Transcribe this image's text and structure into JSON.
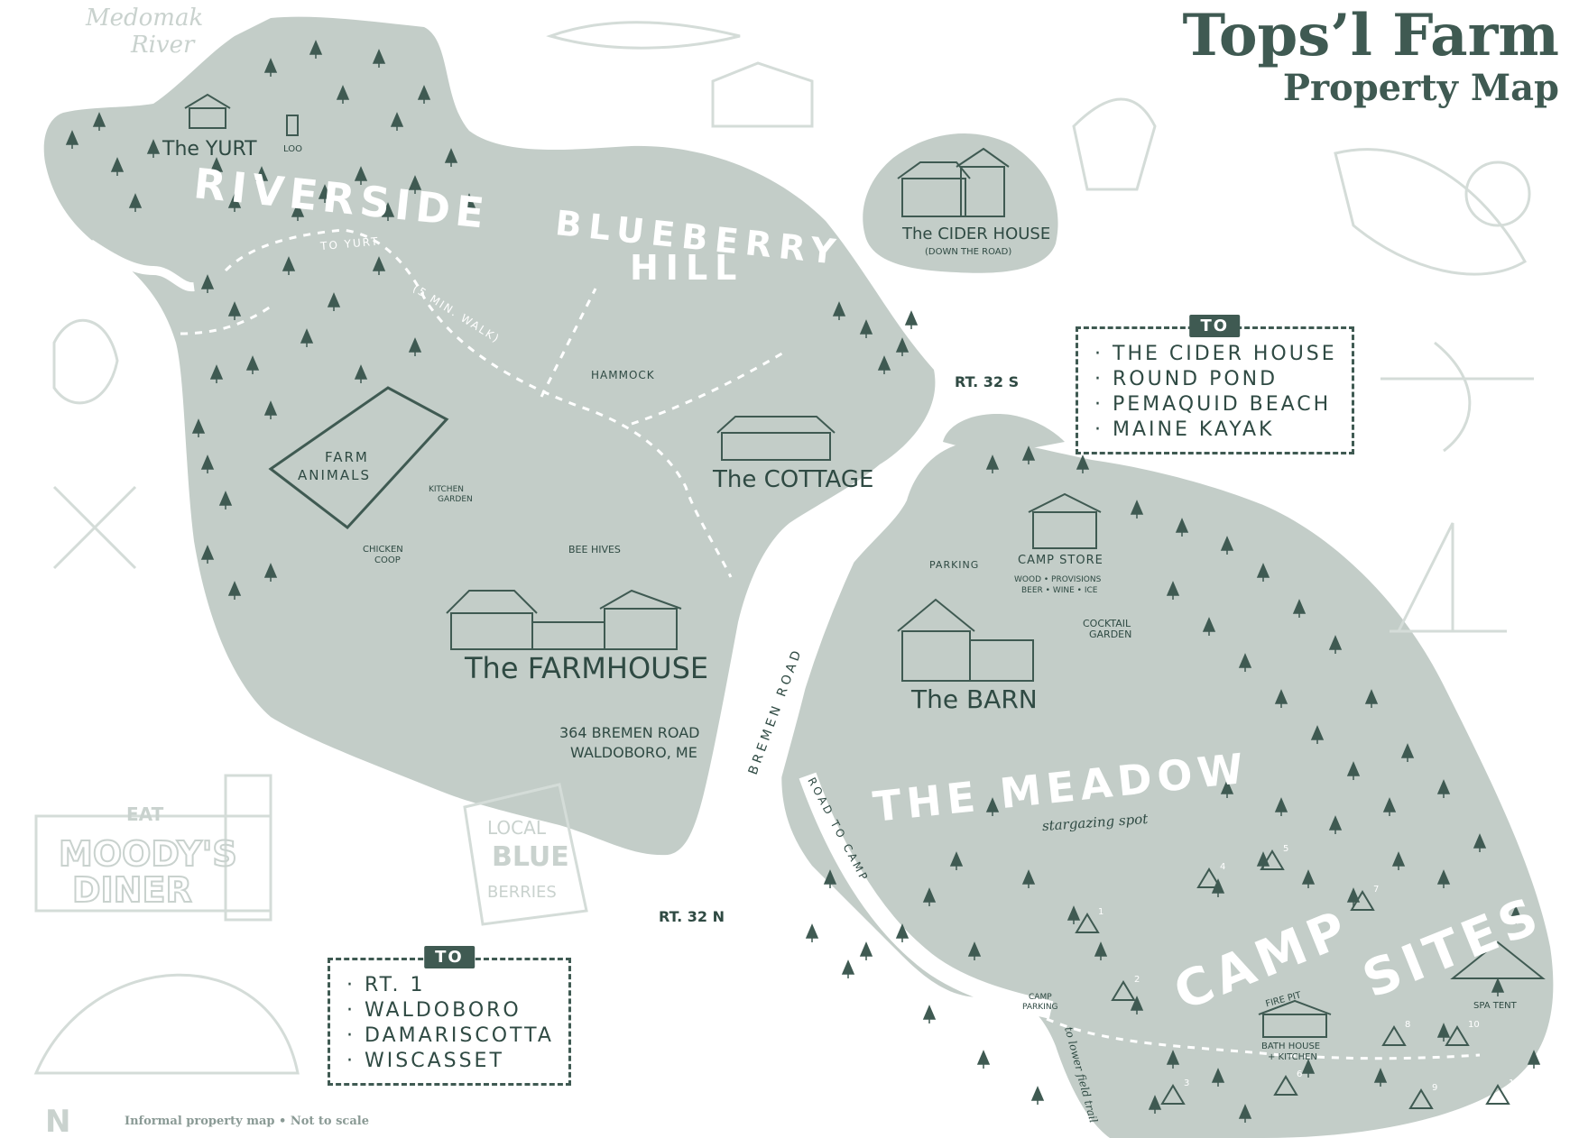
{
  "title": {
    "line1": "Tops’l Farm",
    "line2": "Property Map"
  },
  "colors": {
    "land": "#c3cdc8",
    "ink": "#3f5a52",
    "text_dark": "#2f4a43",
    "text_light": "#ffffff",
    "decor": "#d4dcd8"
  },
  "areas": {
    "riverside": "RIVERSIDE",
    "blueberry_hill_1": "BLUEBERRY",
    "blueberry_hill_2": "HILL",
    "meadow": "THE MEADOW",
    "camp": "CAMP",
    "sites": "SITES"
  },
  "places": {
    "river_1": "Medomak",
    "river_2": "River",
    "yurt": "The YURT",
    "loo": "LOO",
    "to_yurt": "TO YURT",
    "walk": "(5 MIN. WALK)",
    "hammock": "HAMMOCK",
    "cider_house": "The CIDER HOUSE",
    "cider_house_note": "(DOWN THE ROAD)",
    "cottage": "The COTTAGE",
    "farm_animals_1": "FARM",
    "farm_animals_2": "ANIMALS",
    "kitchen_garden_1": "KITCHEN",
    "kitchen_garden_2": "GARDEN",
    "chicken_coop_1": "CHICKEN",
    "chicken_coop_2": "COOP",
    "bee_hives": "BEE HIVES",
    "farmhouse": "The FARMHOUSE",
    "address_1": "364 BREMEN ROAD",
    "address_2": "WALDOBORO, ME",
    "bremen_road": "BREMEN ROAD",
    "road_to_camp": "ROAD TO CAMP",
    "parking": "PARKING",
    "camp_store": "CAMP STORE",
    "camp_store_note_1": "WOOD • PROVISIONS",
    "camp_store_note_2": "BEER • WINE • ICE",
    "cocktail_garden_1": "COCKTAIL",
    "cocktail_garden_2": "GARDEN",
    "barn": "The BARN",
    "stargazing": "stargazing spot",
    "camp_parking_1": "CAMP",
    "camp_parking_2": "PARKING",
    "fire_pit": "FIRE PIT",
    "spa_tent": "SPA TENT",
    "bath_house_1": "BATH HOUSE",
    "bath_house_2": "+ KITCHEN",
    "lower_field_trail": "to lower field trail",
    "rt32s": "RT. 32 S",
    "rt32n": "RT. 32 N"
  },
  "campsites": [
    "1",
    "2",
    "3",
    "4",
    "5",
    "6",
    "7",
    "8",
    "9",
    "10",
    "11"
  ],
  "to_boxes": {
    "north": {
      "tag": "TO",
      "items": [
        "THE CIDER HOUSE",
        "ROUND POND",
        "PEMAQUID BEACH",
        "MAINE KAYAK"
      ]
    },
    "south": {
      "tag": "TO",
      "items": [
        "RT. 1",
        "WALDOBORO",
        "DAMARISCOTTA",
        "WISCASSET"
      ]
    }
  },
  "decor": {
    "diner_1": "MOODY'S",
    "diner_2": "DINER",
    "diner_sign": "EAT",
    "berries_1": "LOCAL",
    "berries_2": "BLUE",
    "berries_3": "BERRIES"
  },
  "compass": "N",
  "footnote": "Informal property map • Not to scale"
}
